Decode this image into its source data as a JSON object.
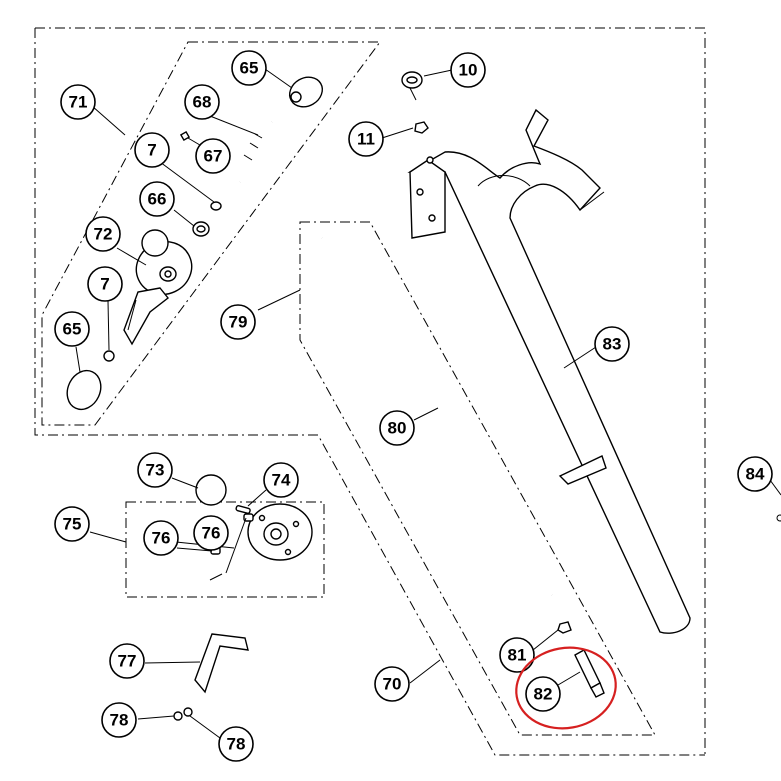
{
  "callouts": {
    "c65a": "65",
    "c10": "10",
    "c71": "71",
    "c68": "68",
    "c11": "11",
    "c7a": "7",
    "c67": "67",
    "c66": "66",
    "c72": "72",
    "c7b": "7",
    "c79": "79",
    "c65b": "65",
    "c83": "83",
    "c80": "80",
    "c73": "73",
    "c74": "74",
    "c84": "84",
    "c75": "75",
    "c76a": "76",
    "c76b": "76",
    "c77": "77",
    "c81": "81",
    "c70": "70",
    "c82": "82",
    "c78a": "78",
    "c78b": "78"
  },
  "colors": {
    "line": "#000000",
    "highlight": "#d62020",
    "background": "#ffffff"
  }
}
